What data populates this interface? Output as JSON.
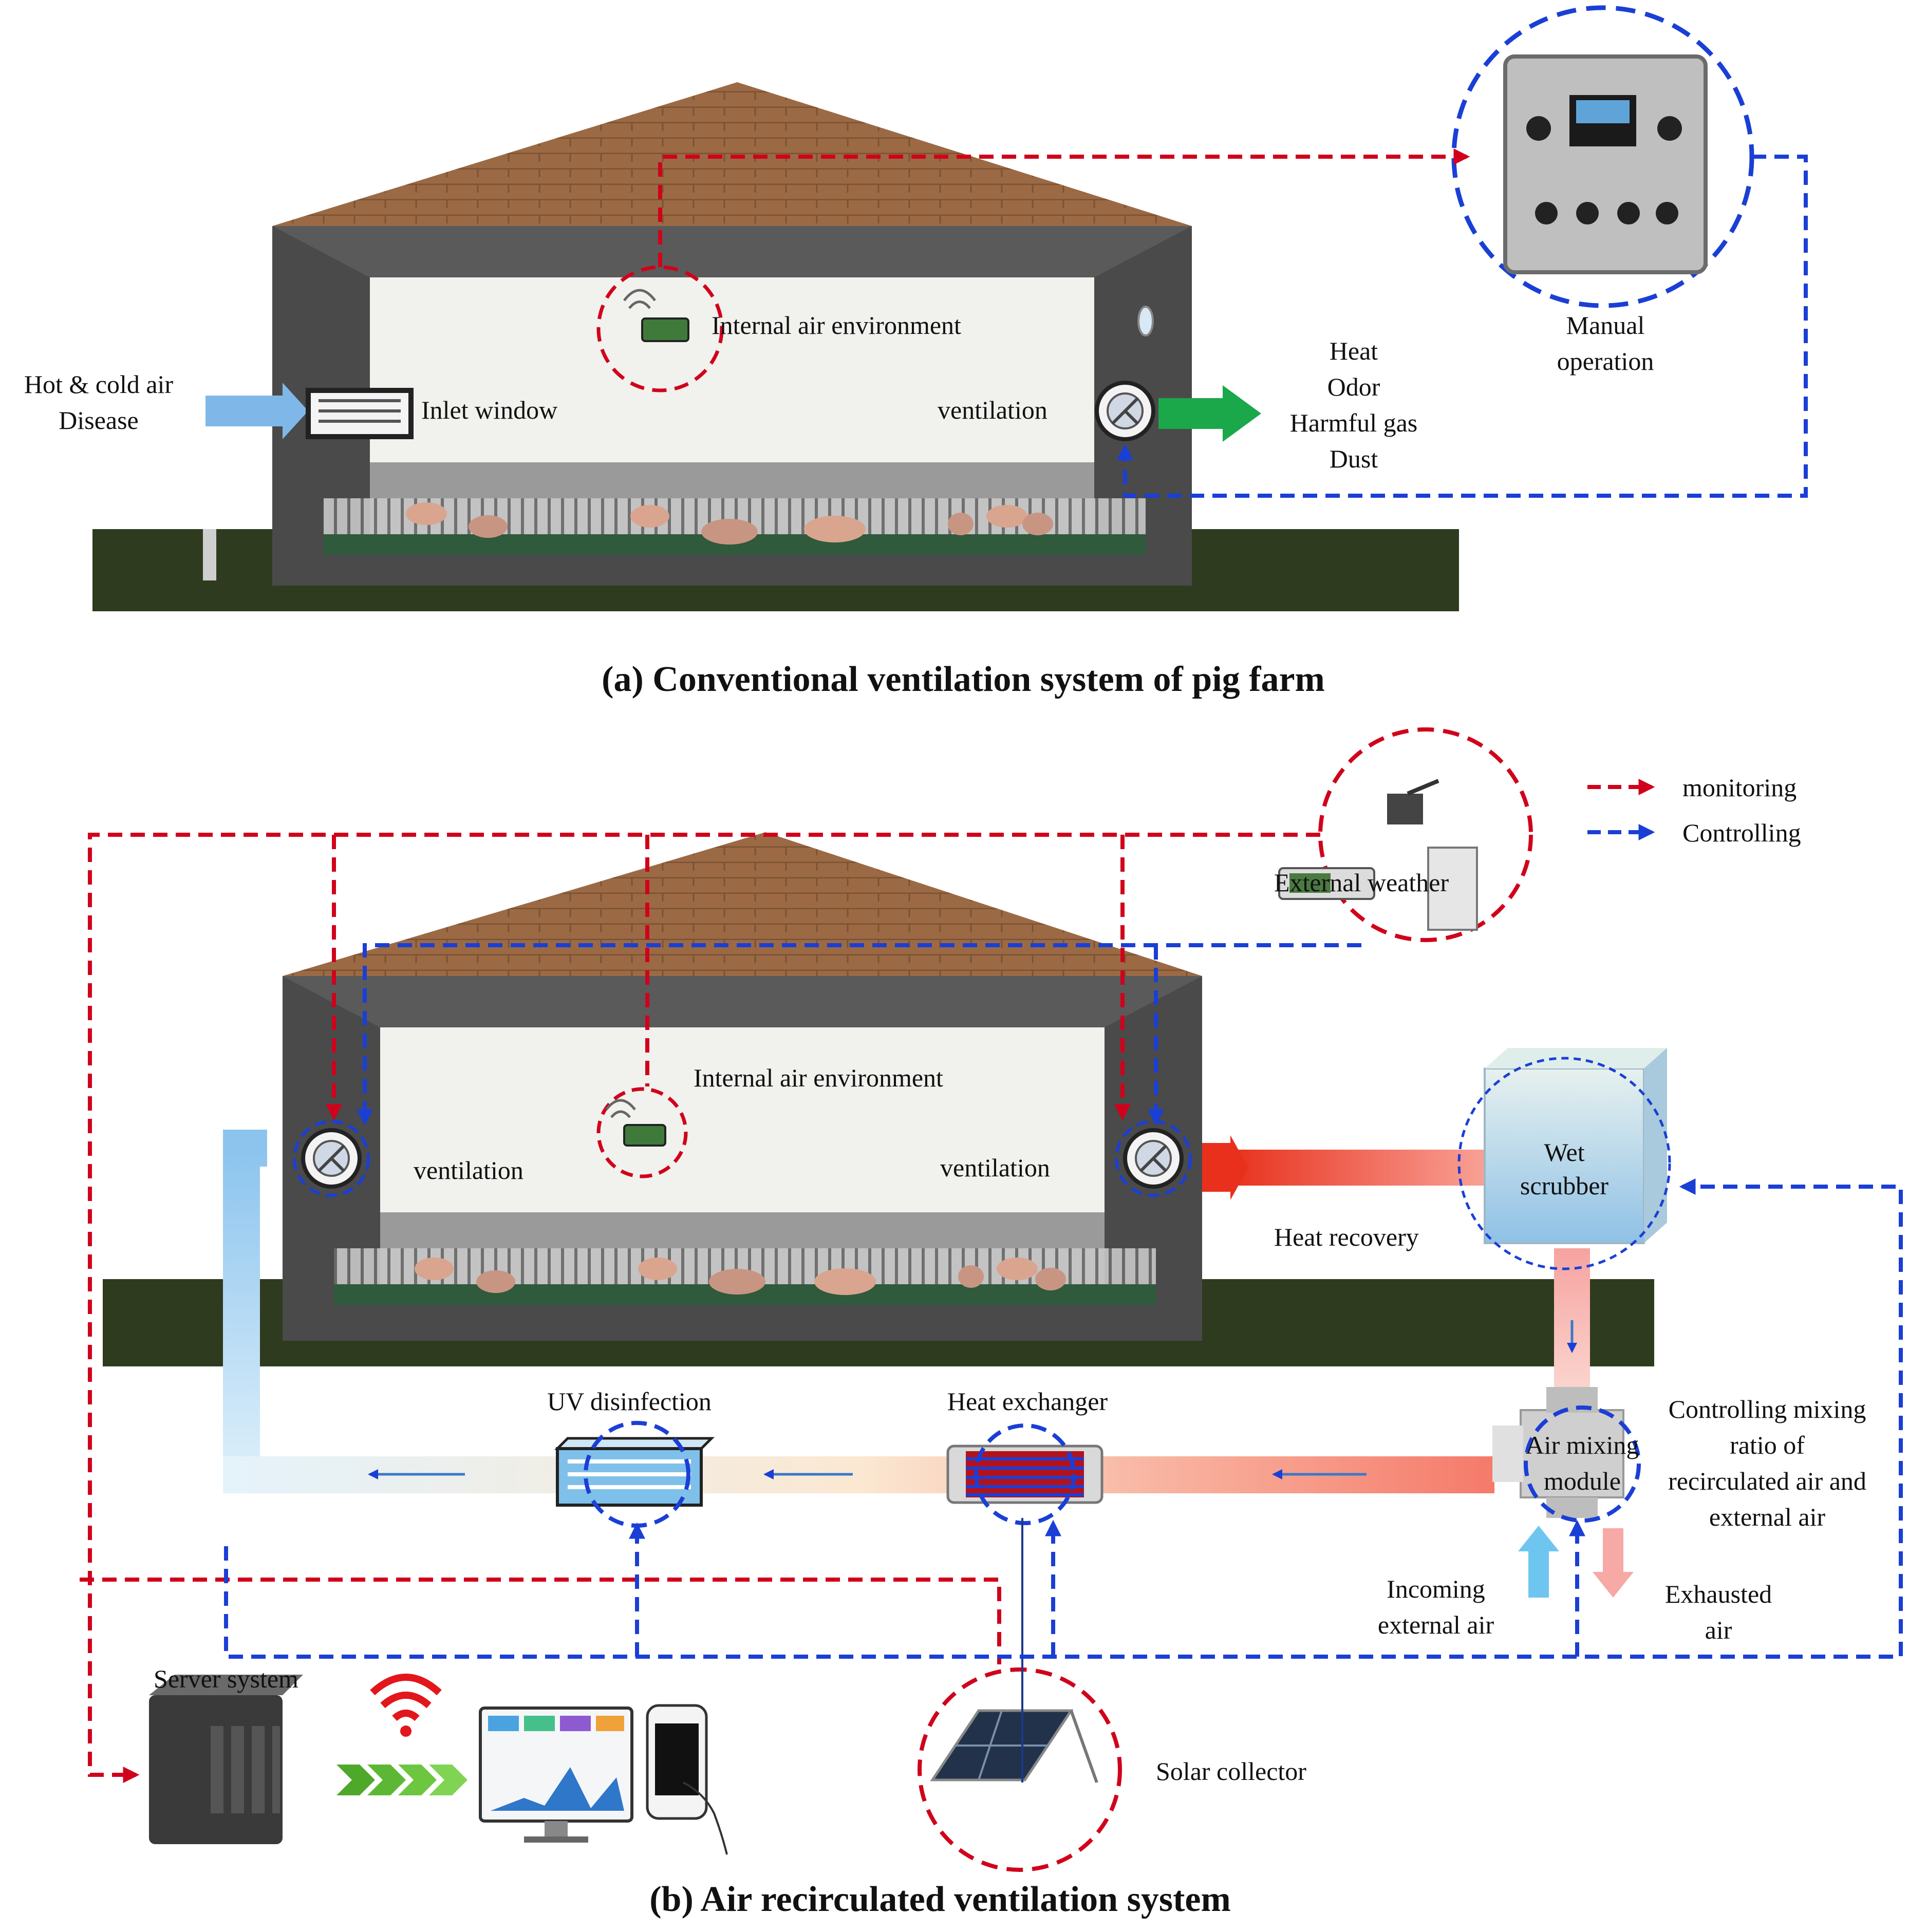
{
  "colors": {
    "monitoring": "#d0021b",
    "controlling": "#1a3fd6",
    "roof": "#9b6a44",
    "wall_dark": "#4a4a4a",
    "interior": "#f1f1ee",
    "ground": "#2f3b1f",
    "exhaust_green": "#1aa84a",
    "inlet_blue": "#7fb8e8",
    "hot_duct": "#f05a4a",
    "cool_duct": "#8cc4ee"
  },
  "panel_a": {
    "caption": "(a) Conventional ventilation system of pig farm",
    "inflow": [
      "Hot & cold air",
      "Disease"
    ],
    "inlet_window": "Inlet window",
    "internal_air": "Internal air environment",
    "ventilation": "ventilation",
    "outflow": [
      "Heat",
      "Odor",
      "Harmful gas",
      "Dust"
    ],
    "controller": [
      "Manual",
      "operation"
    ],
    "icons": [
      "wifi-sensor-icon",
      "inlet-window-icon",
      "exhaust-fan-icon",
      "control-panel-icon",
      "pig-icon"
    ]
  },
  "panel_b": {
    "caption": "(b) Air recirculated ventilation system",
    "legend": {
      "monitoring": "monitoring",
      "controlling": "Controlling"
    },
    "external_weather": "External weather",
    "internal_air": "Internal air environment",
    "ventilation_left": "ventilation",
    "ventilation_right": "ventilation",
    "heat_recovery": "Heat recovery",
    "wet_scrubber": [
      "Wet",
      "scrubber"
    ],
    "air_mixing": [
      "Air mixing",
      "module"
    ],
    "mixing_note": [
      "Controlling mixing",
      "ratio of",
      "recirculated air and",
      "external air"
    ],
    "incoming": [
      "Incoming",
      "external air"
    ],
    "exhausted": [
      "Exhausted",
      "air"
    ],
    "uv": "UV disinfection",
    "heat_exchanger": "Heat exchanger",
    "server": "Server system",
    "solar": "Solar collector",
    "icons": [
      "weather-station-icon",
      "wifi-sensor-icon",
      "exhaust-fan-icon",
      "scrubber-icon",
      "mixing-module-icon",
      "heat-exchanger-icon",
      "uv-lamp-icon",
      "server-icon",
      "wifi-icon",
      "monitor-icon",
      "smartphone-icon",
      "solar-panel-icon"
    ]
  }
}
